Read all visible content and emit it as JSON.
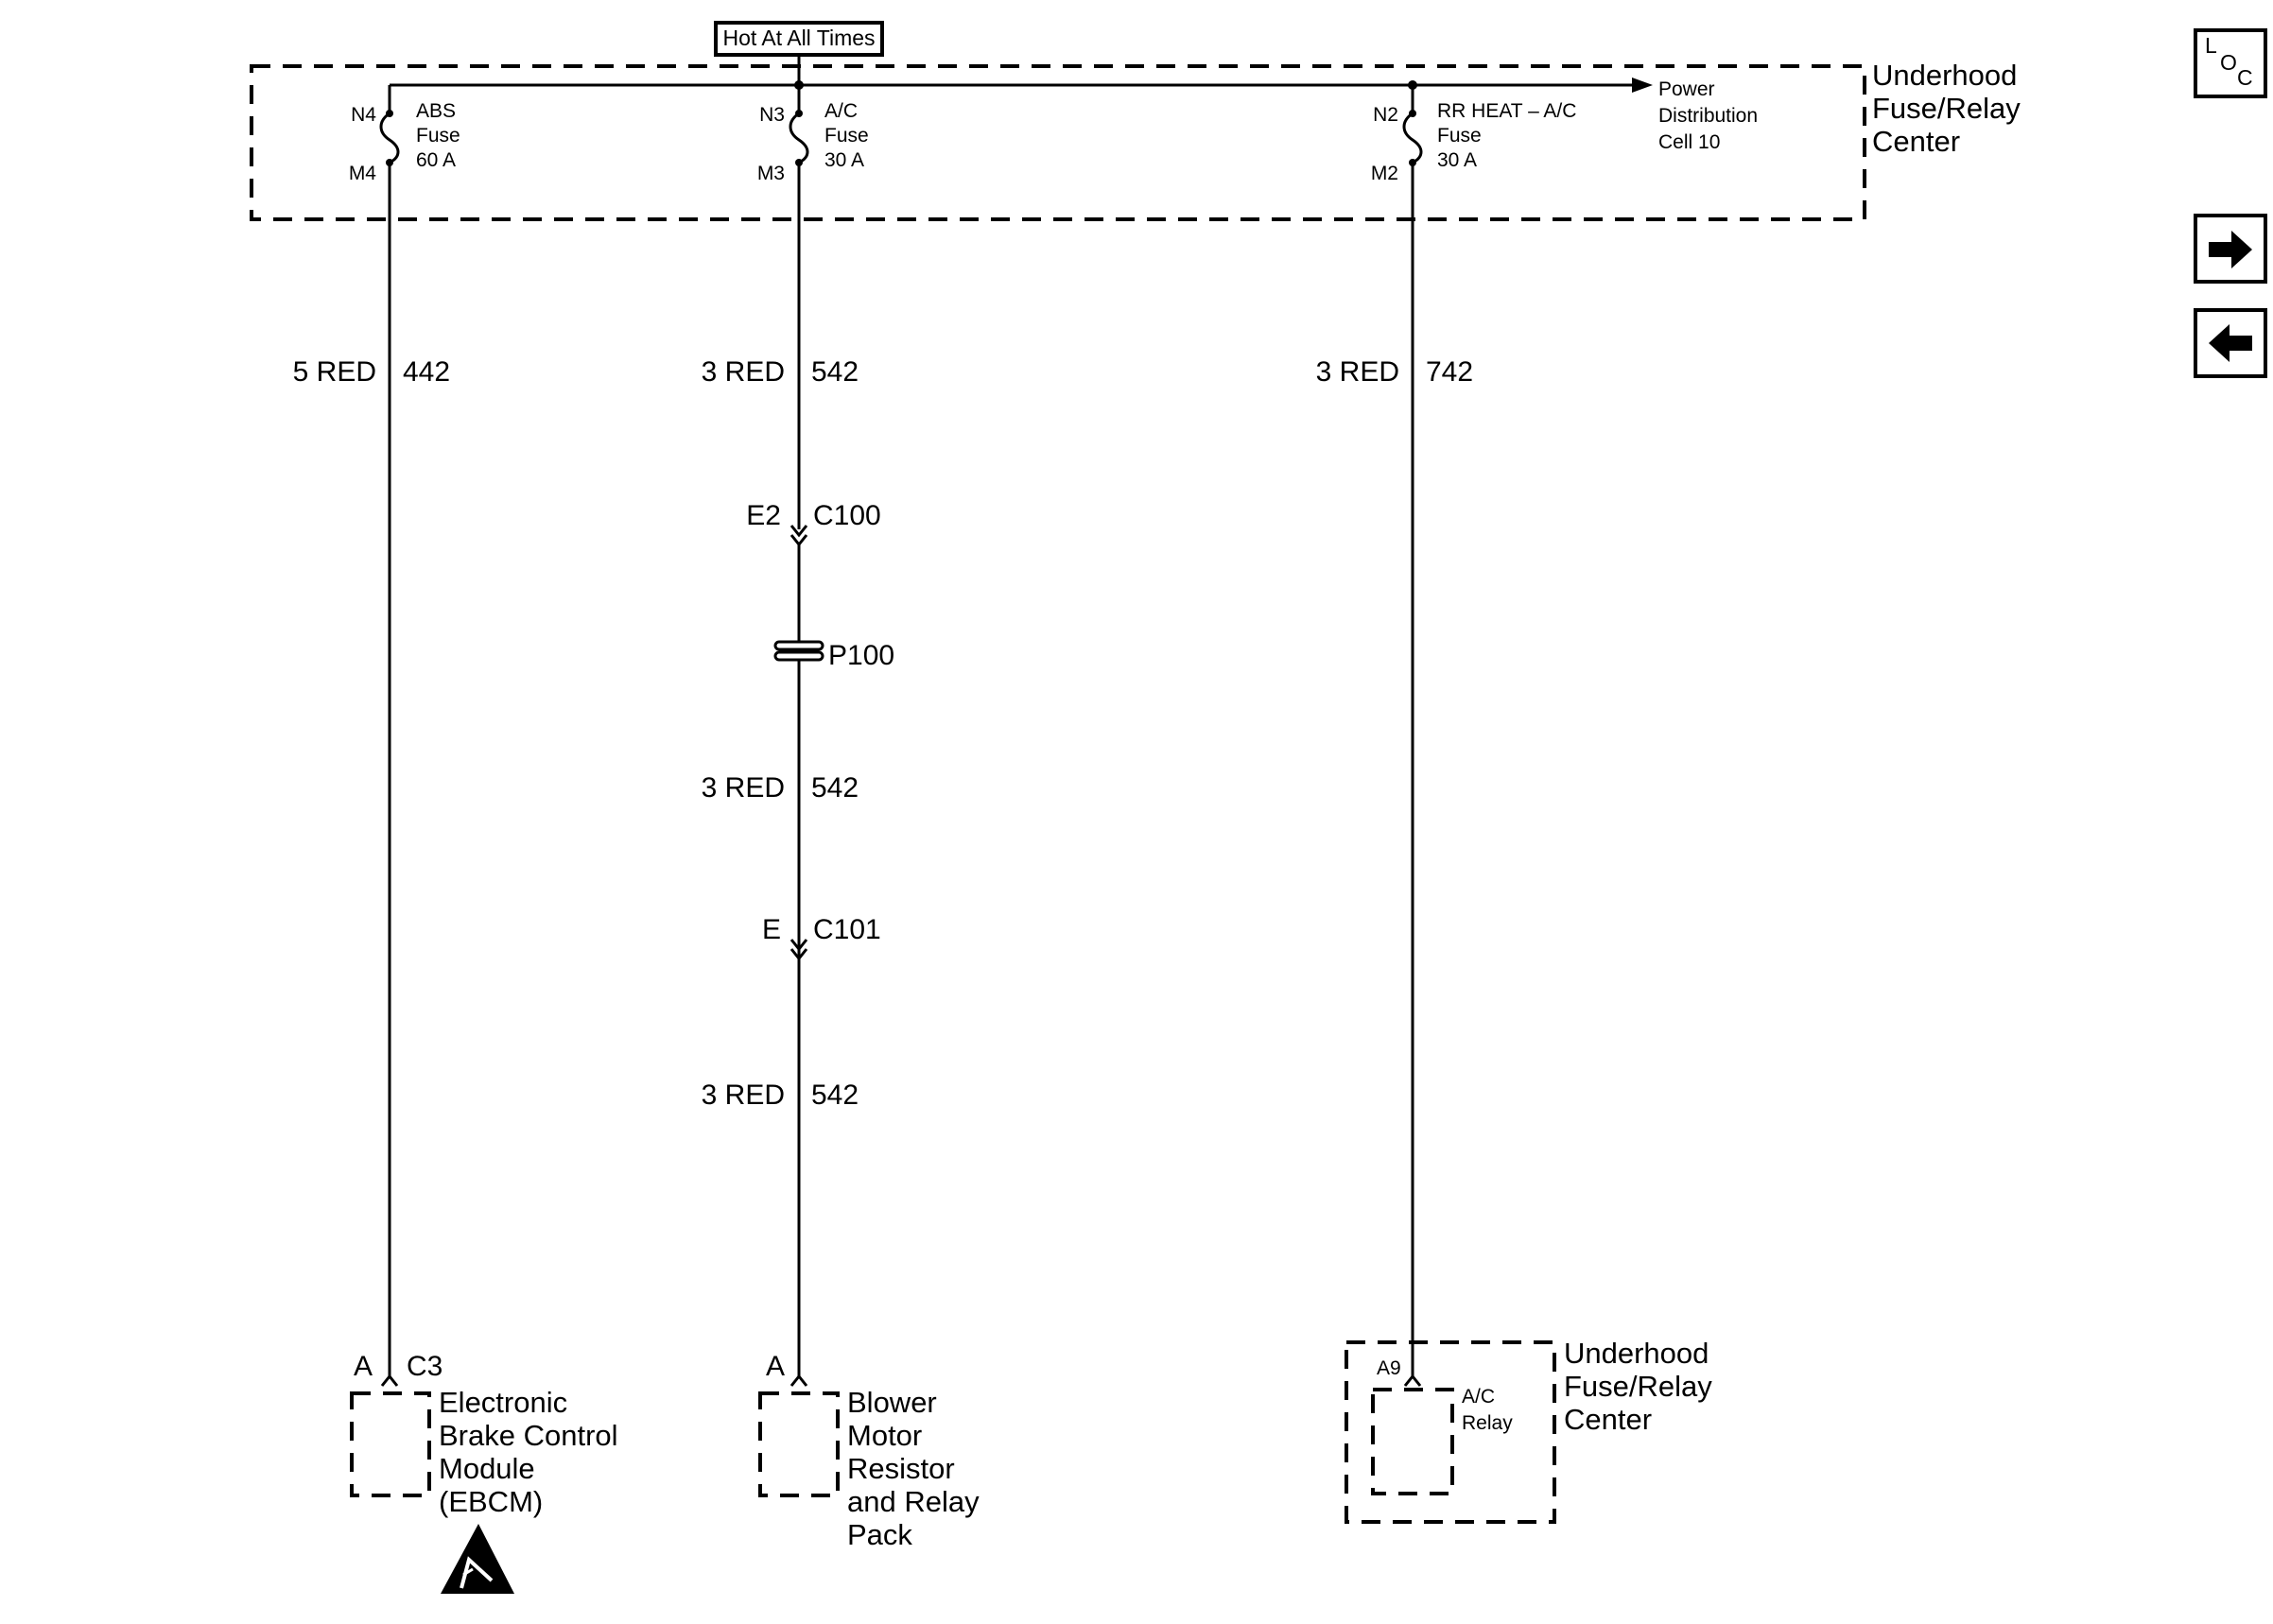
{
  "hot_label": "Hot At All Times",
  "fuse_center": {
    "label_lines": [
      "Underhood",
      "Fuse/Relay",
      "Center"
    ]
  },
  "power_distribution": {
    "label_lines": [
      "Power",
      "Distribution",
      "Cell 10"
    ]
  },
  "fuses": [
    {
      "in_pin": "N4",
      "out_pin": "M4",
      "name_lines": [
        "ABS",
        "Fuse",
        "60 A"
      ]
    },
    {
      "in_pin": "N3",
      "out_pin": "M3",
      "name_lines": [
        "A/C",
        "Fuse",
        "30 A"
      ]
    },
    {
      "in_pin": "N2",
      "out_pin": "M2",
      "name_lines": [
        "RR HEAT – A/C",
        "Fuse",
        "30 A"
      ]
    }
  ],
  "circuits": {
    "abs": {
      "gauge_color": "5 RED",
      "number": "442"
    },
    "ac": {
      "segments": [
        {
          "gauge_color": "3 RED",
          "number": "542"
        },
        {
          "gauge_color": "3 RED",
          "number": "542"
        },
        {
          "gauge_color": "3 RED",
          "number": "542"
        }
      ]
    },
    "rr_heat": {
      "gauge_color": "3 RED",
      "number": "742"
    }
  },
  "connectors": {
    "c100": {
      "pin": "E2",
      "name": "C100"
    },
    "p100": {
      "name": "P100"
    },
    "c101": {
      "pin": "E",
      "name": "C101"
    },
    "ebcm": {
      "pin": "A",
      "name": "C3"
    },
    "blower": {
      "pin": "A"
    },
    "relay": {
      "pin": "A9"
    }
  },
  "components": {
    "ebcm": {
      "label_lines": [
        "Electronic",
        "Brake Control",
        "Module",
        "(EBCM)"
      ]
    },
    "blower": {
      "label_lines": [
        "Blower",
        "Motor",
        "Resistor",
        "and Relay",
        "Pack"
      ]
    },
    "ac_relay": {
      "label_lines": [
        "A/C",
        "Relay"
      ]
    },
    "relay_center": {
      "label_lines": [
        "Underhood",
        "Fuse/Relay",
        "Center"
      ]
    }
  },
  "nav": {
    "loc_l": "L",
    "loc_o": "O",
    "loc_c": "C",
    "next_icon": "right-arrow-icon",
    "prev_icon": "left-arrow-icon"
  }
}
